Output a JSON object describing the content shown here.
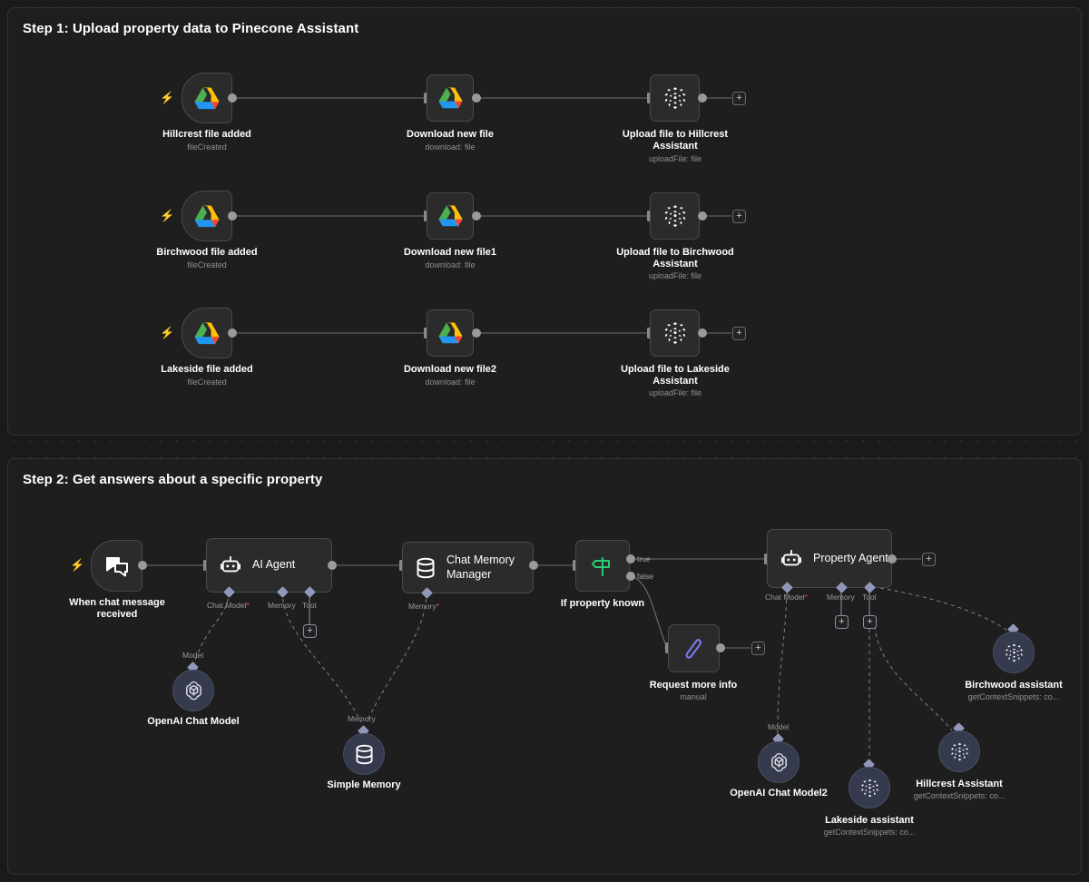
{
  "canvas": {
    "background_color": "#1a1a1a",
    "grid_dot_color": "#2e2e2e"
  },
  "sticky_notes": [
    {
      "id": "step1",
      "title": "Step 1: Upload property data to Pinecone Assistant"
    },
    {
      "id": "step2",
      "title": "Step 2: Get answers about a specific property"
    }
  ],
  "step1": {
    "rows": [
      {
        "trigger": {
          "label": "Hillcrest file added",
          "subtitle": "fileCreated",
          "icon": "google-drive-icon"
        },
        "download": {
          "label": "Download new file",
          "subtitle": "download: file",
          "icon": "google-drive-icon"
        },
        "upload": {
          "label": "Upload file to Hillcrest Assistant",
          "subtitle": "uploadFile: file",
          "icon": "pinecone-icon"
        }
      },
      {
        "trigger": {
          "label": "Birchwood file added",
          "subtitle": "fileCreated",
          "icon": "google-drive-icon"
        },
        "download": {
          "label": "Download new file1",
          "subtitle": "download: file",
          "icon": "google-drive-icon"
        },
        "upload": {
          "label": "Upload file to Birchwood Assistant",
          "subtitle": "uploadFile: file",
          "icon": "pinecone-icon"
        }
      },
      {
        "trigger": {
          "label": "Lakeside file added",
          "subtitle": "fileCreated",
          "icon": "google-drive-icon"
        },
        "download": {
          "label": "Download new file2",
          "subtitle": "download: file",
          "icon": "google-drive-icon"
        },
        "upload": {
          "label": "Upload file to Lakeside Assistant",
          "subtitle": "uploadFile: file",
          "icon": "pinecone-icon"
        }
      }
    ],
    "add_button_label": "+"
  },
  "step2": {
    "chat_trigger": {
      "label": "When chat message received",
      "icon": "chat-bubbles-icon"
    },
    "ai_agent": {
      "label": "AI Agent",
      "icon": "robot-icon",
      "ports": [
        {
          "label": "Chat Model",
          "required": true
        },
        {
          "label": "Memory",
          "required": false
        },
        {
          "label": "Tool",
          "required": false
        }
      ]
    },
    "memory_manager": {
      "label": "Chat Memory Manager",
      "icon": "database-icon",
      "ports": [
        {
          "label": "Memory",
          "required": true
        }
      ]
    },
    "if_node": {
      "label": "If property known",
      "icon": "signpost-icon",
      "outputs": [
        "true",
        "false"
      ],
      "accent": "#2ecc71"
    },
    "property_agent": {
      "label": "Property Agent",
      "icon": "robot-icon",
      "ports": [
        {
          "label": "Chat Model",
          "required": true
        },
        {
          "label": "Memory",
          "required": false
        },
        {
          "label": "Tool",
          "required": false
        }
      ]
    },
    "request_more": {
      "label": "Request more info",
      "subtitle": "manual",
      "icon": "pencil-icon",
      "accent": "#7b7ef5"
    },
    "subnodes": [
      {
        "id": "openai1",
        "label": "OpenAI Chat Model",
        "subtitle": "",
        "port_label": "Model",
        "icon": "openai-icon"
      },
      {
        "id": "memory1",
        "label": "Simple Memory",
        "subtitle": "",
        "port_label": "Memory",
        "icon": "database-icon"
      },
      {
        "id": "openai2",
        "label": "OpenAI Chat Model2",
        "subtitle": "",
        "port_label": "Model",
        "icon": "openai-icon"
      },
      {
        "id": "lakeside",
        "label": "Lakeside assistant",
        "subtitle": "getContextSnippets: co...",
        "port_label": "",
        "icon": "pinecone-icon"
      },
      {
        "id": "hillcrest",
        "label": "Hillcrest Assistant",
        "subtitle": "getContextSnippets: co...",
        "port_label": "",
        "icon": "pinecone-icon"
      },
      {
        "id": "birchwood",
        "label": "Birchwood assistant",
        "subtitle": "getContextSnippets: co...",
        "port_label": "",
        "icon": "pinecone-icon"
      }
    ],
    "add_button_label": "+"
  }
}
